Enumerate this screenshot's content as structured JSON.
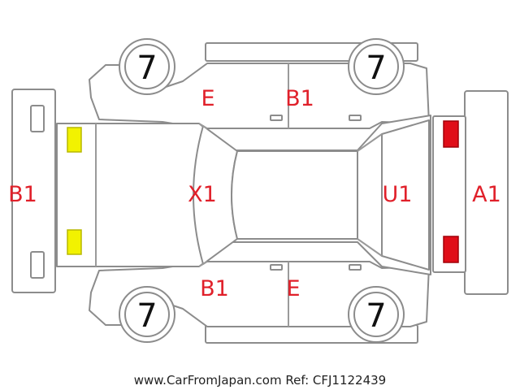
{
  "damage_codes": {
    "front_bumper": "B1",
    "rear_bumper": "A1",
    "hood": "X1",
    "rear_door_glass": "U1",
    "top_front_door": "E",
    "top_rear_door": "B1",
    "bottom_front_door": "B1",
    "bottom_rear_door": "E"
  },
  "tires": {
    "top_left": "7",
    "top_right": "7",
    "bottom_left": "7",
    "bottom_right": "7"
  },
  "footer": "www.CarFromJapan.com Ref: CFJ1122439",
  "colors": {
    "code_text": "#e0202a",
    "front_lamp": "#f2f200",
    "rear_lamp": "#e00d18",
    "outline": "#8c8c8c"
  }
}
